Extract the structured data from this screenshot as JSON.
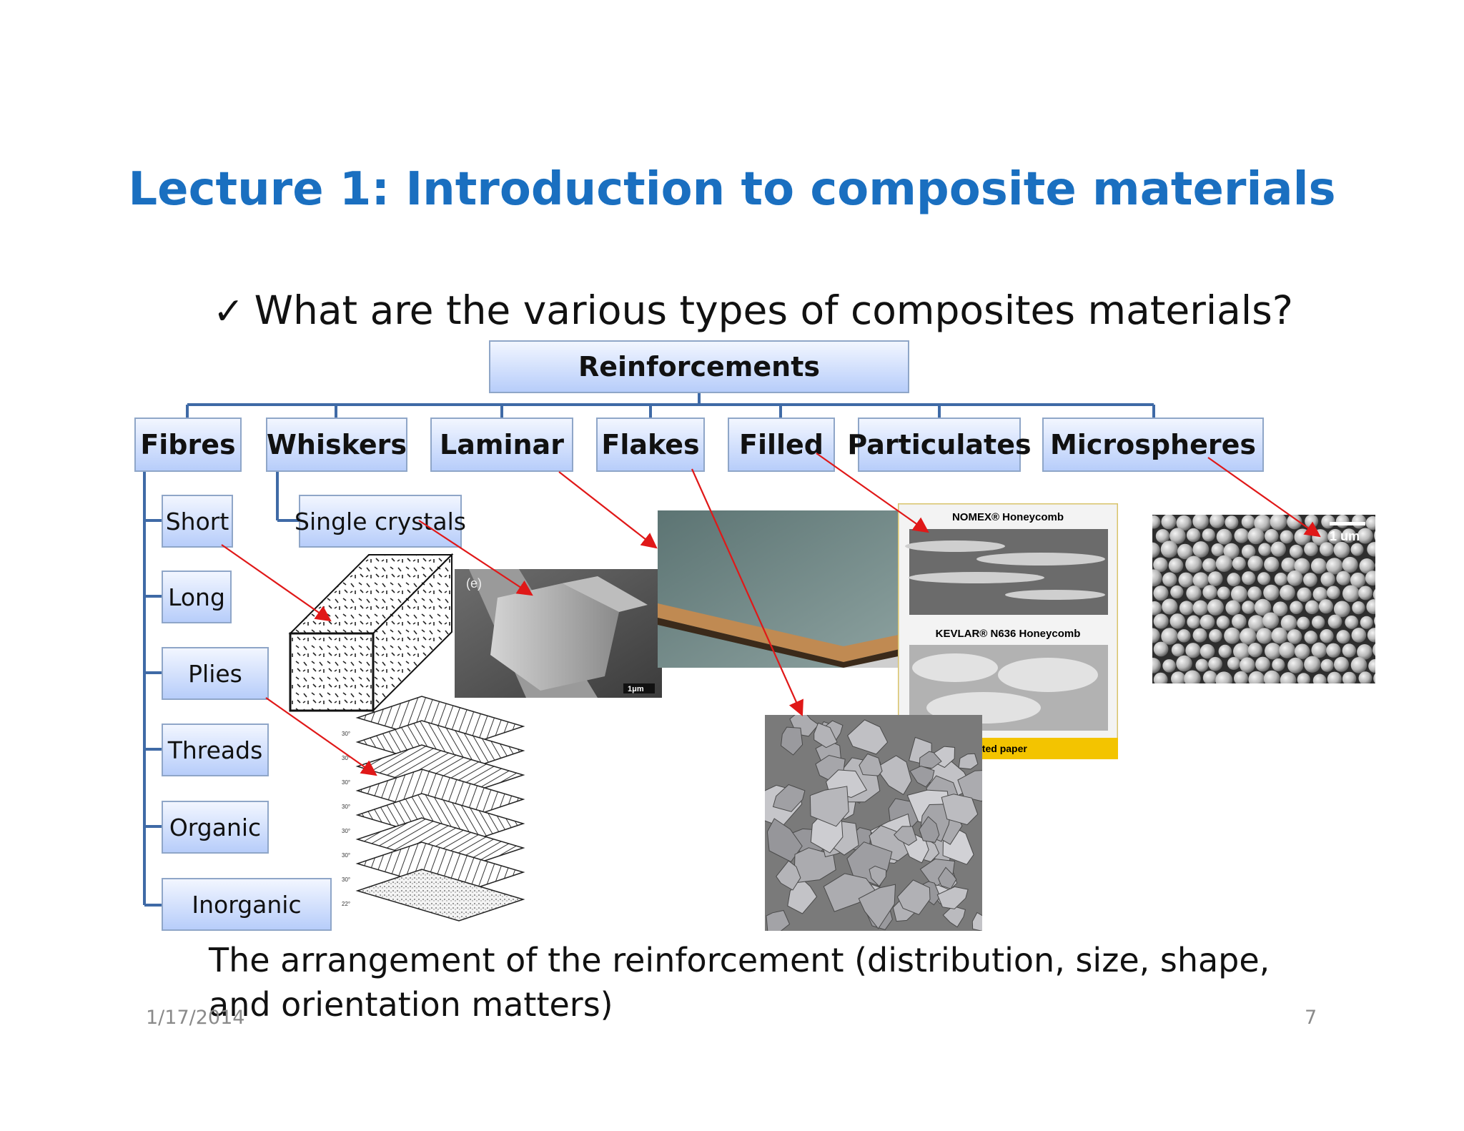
{
  "slide": {
    "title": "Lecture 1: Introduction to composite materials",
    "question": "What are the various types of composites materials?",
    "checkmark_icon": "checkmark-icon"
  },
  "hierarchy": {
    "root": "Reinforcements",
    "categories": [
      "Fibres",
      "Whiskers",
      "Laminar",
      "Flakes",
      "Filled",
      "Particulates",
      "Microspheres"
    ],
    "fibre_types": [
      "Short",
      "Long",
      "Plies",
      "Threads",
      "Organic",
      "Inorganic"
    ],
    "whisker_types": [
      "Single crystals"
    ]
  },
  "images": {
    "whisker_panel_label": "(e)",
    "whisker_scale": "1μm",
    "honeycomb_top": "NOMEX® Honeycomb",
    "honeycomb_bottom": "KEVLAR® N636 Honeycomb",
    "honeycomb_caption": "Resin-impregnated paper",
    "microsphere_scale": "1 um",
    "ply_angles": [
      "30°",
      "30°",
      "30°",
      "30°",
      "30°",
      "30°",
      "30°",
      "22°"
    ]
  },
  "footnote": "The arrangement of the reinforcement (distribution, size, shape, and orientation matters)",
  "footer": {
    "date": "1/17/2014",
    "page": "7"
  },
  "colors": {
    "title": "#1a6fc0",
    "connector": "#3f6aa6",
    "arrow": "#e01818",
    "box_top": "#f2f6ff",
    "box_bottom": "#b7cdfa"
  }
}
